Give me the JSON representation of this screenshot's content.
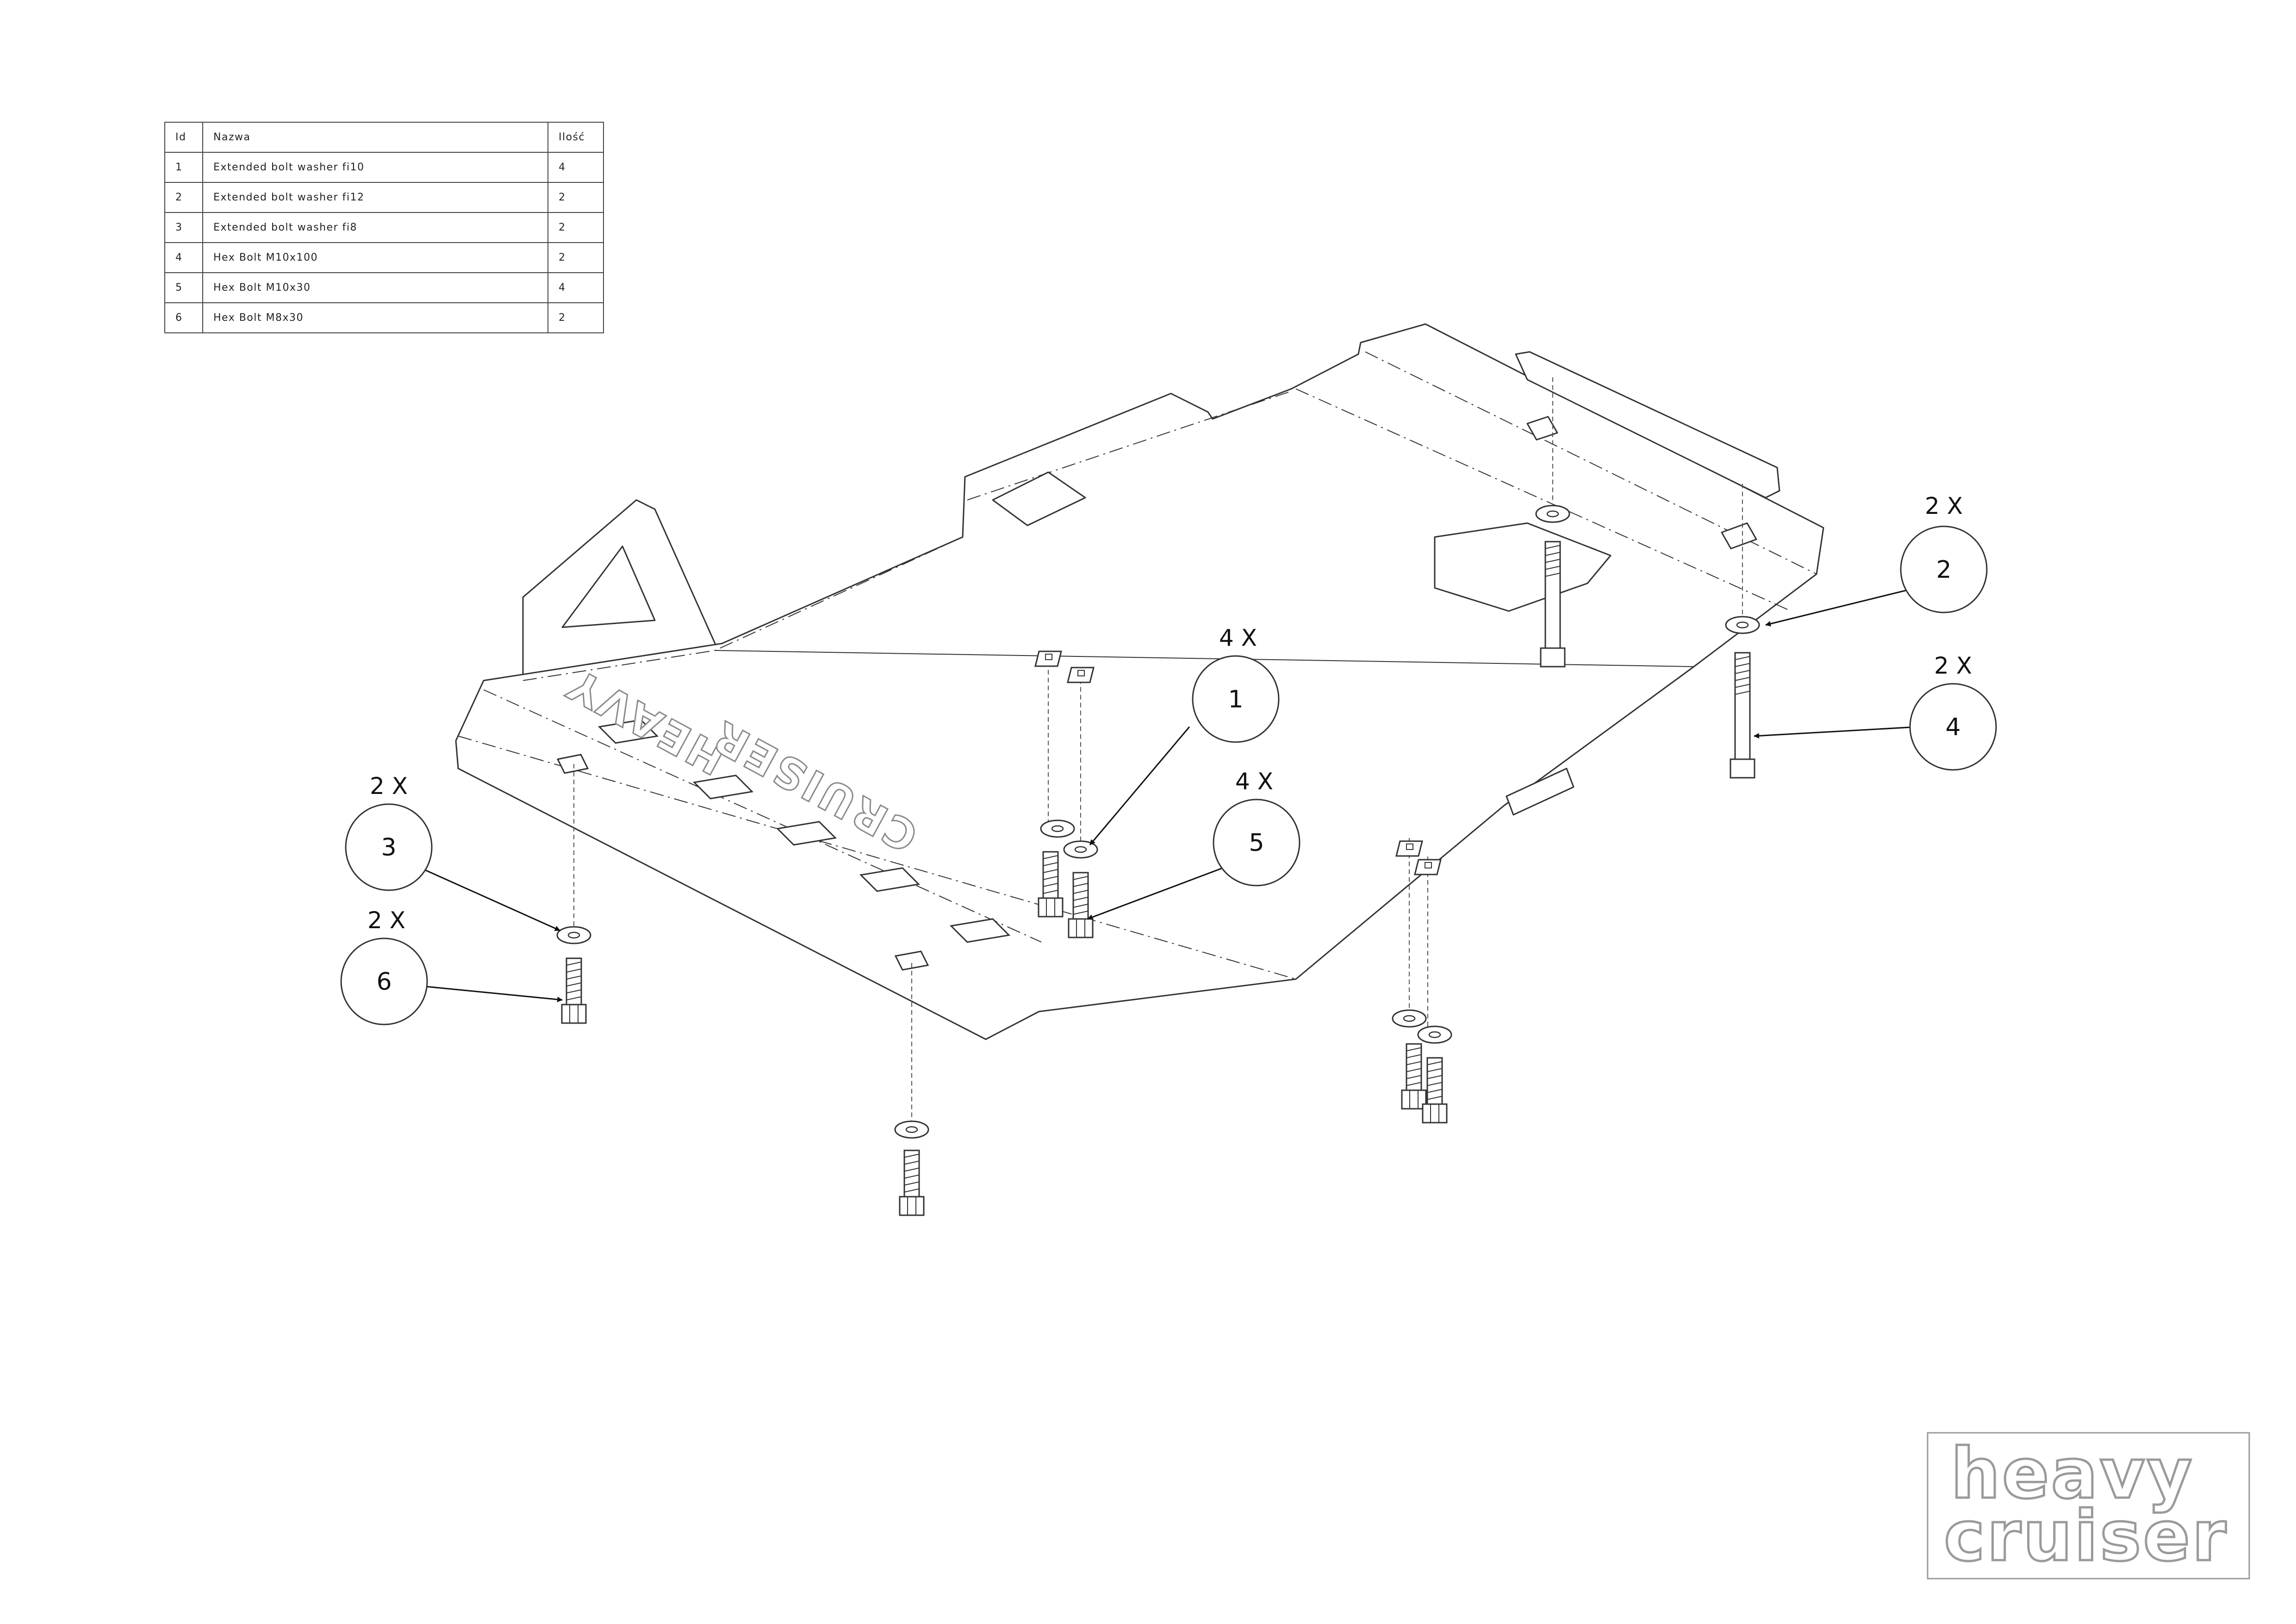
{
  "table": {
    "headers": {
      "id": "Id",
      "name": "Nazwa",
      "qty": "Ilość"
    },
    "rows": [
      {
        "id": "1",
        "name": "Extended bolt washer fi10",
        "qty": "4"
      },
      {
        "id": "2",
        "name": "Extended bolt washer fi12",
        "qty": "2"
      },
      {
        "id": "3",
        "name": "Extended bolt washer fi8",
        "qty": "2"
      },
      {
        "id": "4",
        "name": "Hex Bolt M10x100",
        "qty": "2"
      },
      {
        "id": "5",
        "name": "Hex Bolt M10x30",
        "qty": "4"
      },
      {
        "id": "6",
        "name": "Hex Bolt M8x30",
        "qty": "2"
      }
    ]
  },
  "callouts": [
    {
      "number": "1",
      "qty_label": "4 X"
    },
    {
      "number": "2",
      "qty_label": "2 X"
    },
    {
      "number": "3",
      "qty_label": "2 X"
    },
    {
      "number": "4",
      "qty_label": "2 X"
    },
    {
      "number": "5",
      "qty_label": "4 X"
    },
    {
      "number": "6",
      "qty_label": "2 X"
    }
  ],
  "emboss": {
    "line1": "HEAVY",
    "line2": "CRUISER"
  },
  "logo": {
    "line1": "heavy",
    "line2": "cruiser"
  },
  "colors": {
    "line": "#333333",
    "logo_outline": "#9a9a9a",
    "background": "#ffffff"
  }
}
